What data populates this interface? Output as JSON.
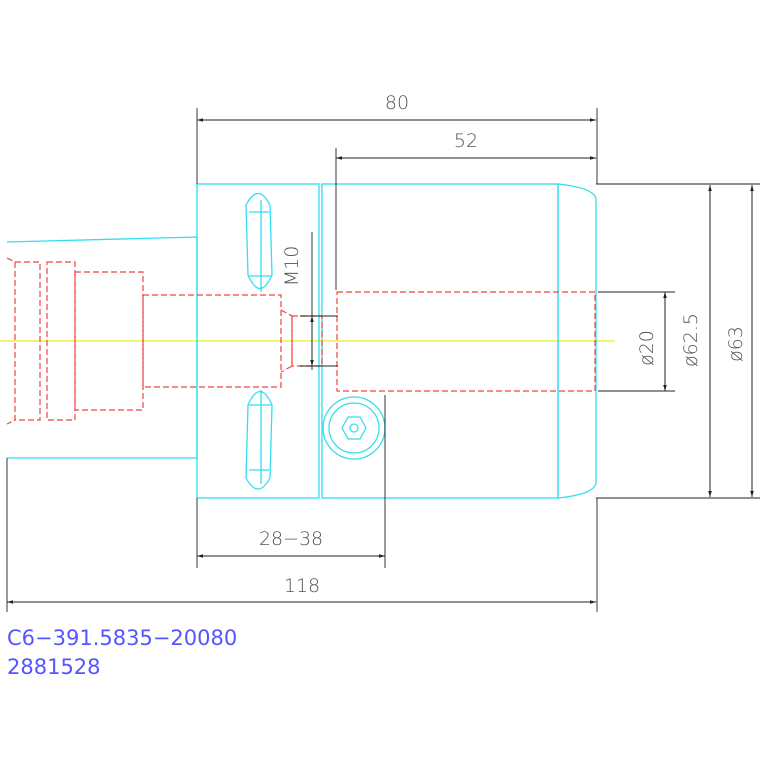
{
  "dimensions": {
    "d80": "80",
    "d52": "52",
    "m10": "M10",
    "d20": "ø20",
    "d625": "ø62.5",
    "d63": "ø63",
    "d2838": "28−38",
    "d118": "118"
  },
  "part": {
    "code": "C6−391.5835−20080",
    "number": "2881528"
  },
  "colors": {
    "outline": "#33ddee",
    "hidden": "#ee4444",
    "centerline": "#eeee22",
    "dimension": "#222222",
    "label": "#5555ff"
  }
}
